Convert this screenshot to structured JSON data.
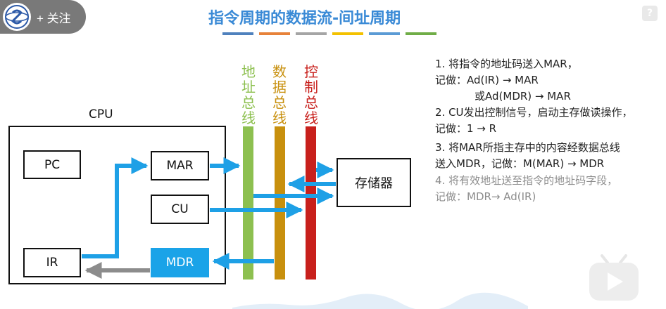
{
  "header": {
    "follow_label": "+ 关注",
    "title": "指令周期的数据流-间址周期",
    "color_strip": [
      "#4f81bd",
      "#e7823a",
      "#a5a5a5",
      "#f3c100",
      "#5b9bd5",
      "#70ad47"
    ]
  },
  "diagram": {
    "cpu_label": "CPU",
    "registers": {
      "pc": "PC",
      "mar": "MAR",
      "cu": "CU",
      "ir": "IR",
      "mdr": "MDR"
    },
    "memory": "存储器",
    "buses": [
      {
        "id": "address",
        "label": [
          "地",
          "址",
          "总",
          "线"
        ],
        "color": "#8dc050"
      },
      {
        "id": "data",
        "label": [
          "数",
          "据",
          "总",
          "线"
        ],
        "color": "#c8900e"
      },
      {
        "id": "control",
        "label": [
          "控",
          "制",
          "总",
          "线"
        ],
        "color": "#c8201c"
      }
    ],
    "colors": {
      "arrow": "#1ea0e6",
      "arrow_gray": "#8c8c8c",
      "mdr_fill": "#1aa3e8"
    }
  },
  "notes": [
    "1. 将指令的地址码送入MAR，",
    "记做：Ad(IR) → MAR",
    "或Ad(MDR) → MAR",
    "2. CU发出控制信号，启动主存做读操作，",
    "记做：1 → R",
    "3. 将MAR所指主存中的内容经数据总线",
    "送入MDR，记做：M(MAR) → MDR",
    "4. 将有效地址送至指令的地址码字段，",
    "记做：MDR→ Ad(IR)"
  ],
  "ui": {
    "help_icon": "?"
  }
}
